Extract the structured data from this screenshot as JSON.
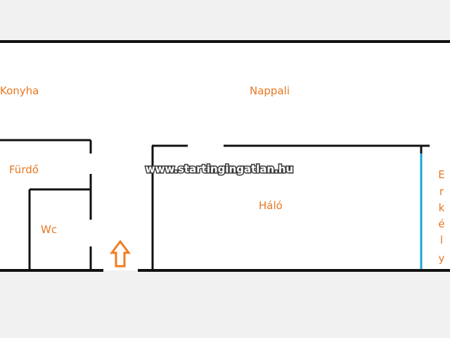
{
  "colors": {
    "background": "#f1f1f1",
    "floor": "#ffffff",
    "wall": "#111111",
    "label": "#e87722",
    "balcony_line": "#1fa3d9",
    "entrance_arrow": "#ef7d22",
    "watermark_fill": "#ffffff",
    "watermark_stroke": "#3a3a3a"
  },
  "rooms": {
    "konyha": "Konyha",
    "nappali": "Nappali",
    "furdo": "Fürdő",
    "halo": "Háló",
    "wc": "Wc"
  },
  "balcony_letters": [
    "E",
    "r",
    "k",
    "é",
    "l",
    "y"
  ],
  "watermark": "www.startingingatlan.hu",
  "icons": {
    "entrance": "entrance-arrow-icon"
  }
}
